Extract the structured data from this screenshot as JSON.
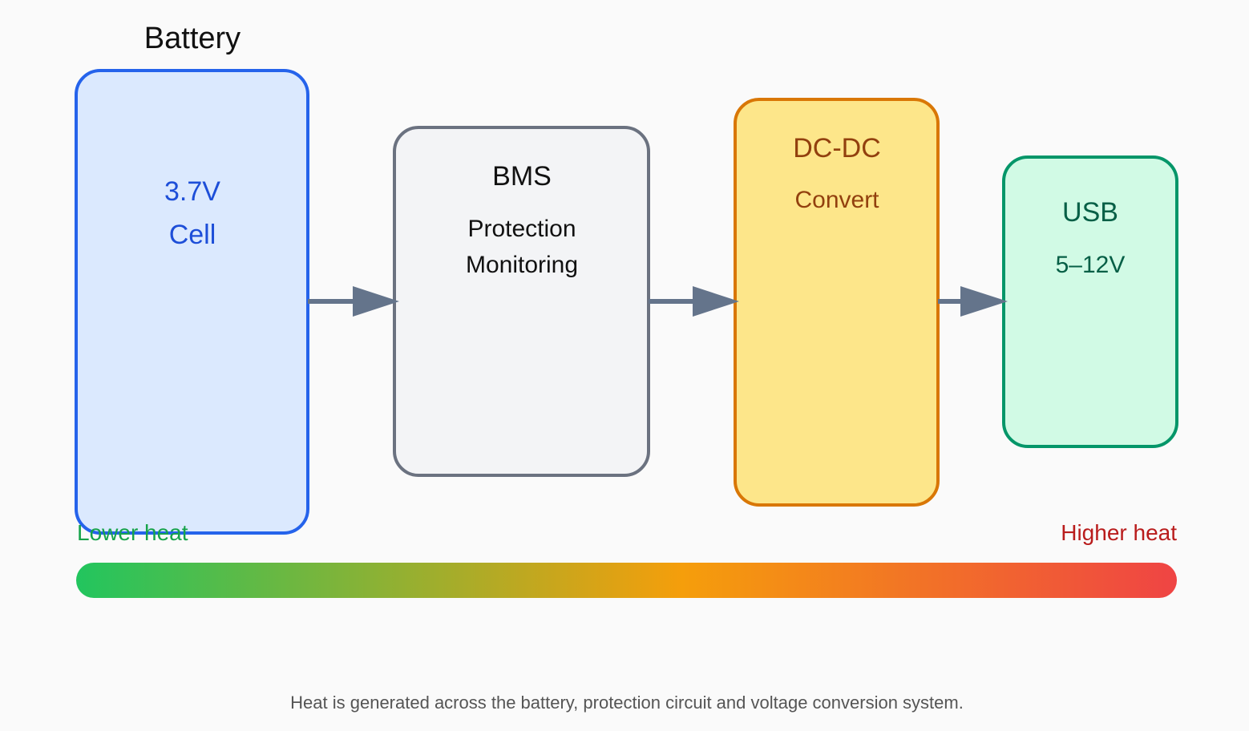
{
  "title": "Battery",
  "blocks": {
    "battery": {
      "lines": [
        "3.7V",
        "Cell"
      ],
      "fill": "#dbe9fe",
      "stroke": "#2563eb",
      "text_color": "#1d4ed8"
    },
    "bms": {
      "heading": "BMS",
      "lines": [
        "Protection",
        "Monitoring"
      ],
      "fill": "#f3f4f6",
      "stroke": "#6b7280",
      "text_color": "#111111"
    },
    "dcdc": {
      "heading": "DC-DC",
      "lines": [
        "Convert"
      ],
      "fill": "#fde68a",
      "stroke": "#d97706",
      "text_color": "#92400e"
    },
    "usb": {
      "heading": "USB",
      "lines": [
        "5–12V"
      ],
      "fill": "#d1fae5",
      "stroke": "#059669",
      "text_color": "#065f46"
    }
  },
  "arrow_color": "#64748b",
  "heat_scale": {
    "low_label": "Lower heat",
    "high_label": "Higher heat",
    "low_color": "#22c55e",
    "mid_color": "#f59e0b",
    "high_color": "#ef4444",
    "low_label_color": "#16a34a",
    "high_label_color": "#b91c1c"
  },
  "caption": "Heat is generated across the battery, protection circuit and voltage conversion system."
}
